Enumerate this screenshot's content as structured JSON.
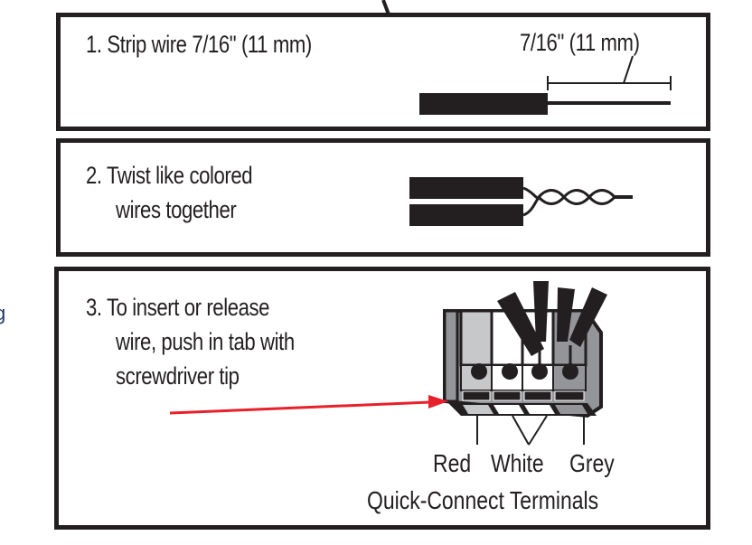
{
  "edge_fragment": "g",
  "steps": [
    {
      "number": "1.",
      "lines": [
        "Strip wire 7/16\" (11 mm)"
      ],
      "dimension_label": "7/16\" (11 mm)"
    },
    {
      "number": "2.",
      "lines": [
        "Twist like colored",
        "wires together"
      ]
    },
    {
      "number": "3.",
      "lines": [
        "To insert or release",
        "wire, push in tab with",
        "screwdriver tip"
      ],
      "terminal_labels": [
        "Red",
        "White",
        "Grey"
      ],
      "caption": "Quick-Connect Terminals"
    }
  ],
  "colors": {
    "ink": "#231f20",
    "arrow": "#e8202a",
    "grey_light": "#c7c8ca",
    "grey_mid": "#939598",
    "grey_dark": "#6d6e71"
  }
}
